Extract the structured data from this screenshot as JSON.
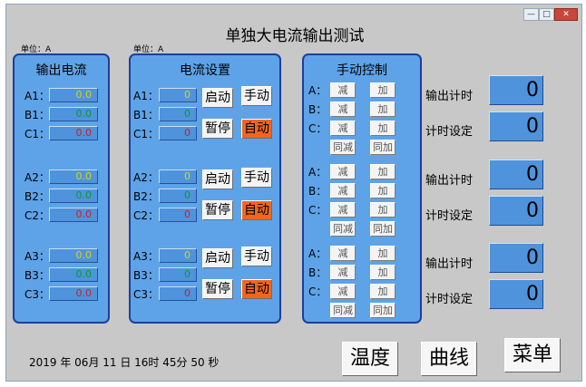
{
  "window": {
    "title": "单独大电流输出测试",
    "controls": {
      "min": "—",
      "max": "□",
      "close": "✕"
    }
  },
  "unit_label": "单位：A",
  "output_panel": {
    "title": "输出电流",
    "groups": [
      [
        {
          "label": "A1：",
          "value": "0.0"
        },
        {
          "label": "B1：",
          "value": "0.0"
        },
        {
          "label": "C1：",
          "value": "0.0"
        }
      ],
      [
        {
          "label": "A2：",
          "value": "0.0"
        },
        {
          "label": "B2：",
          "value": "0.0"
        },
        {
          "label": "C2：",
          "value": "0.0"
        }
      ],
      [
        {
          "label": "A3：",
          "value": "0.0"
        },
        {
          "label": "B3：",
          "value": "0.0"
        },
        {
          "label": "C3：",
          "value": "0.0"
        }
      ]
    ]
  },
  "settings_panel": {
    "title": "电流设置",
    "groups": [
      [
        {
          "label": "A1：",
          "value": "0"
        },
        {
          "label": "B1：",
          "value": "0"
        },
        {
          "label": "C1：",
          "value": "0"
        }
      ],
      [
        {
          "label": "A2：",
          "value": "0"
        },
        {
          "label": "B2：",
          "value": "0"
        },
        {
          "label": "C2：",
          "value": "0"
        }
      ],
      [
        {
          "label": "A3：",
          "value": "0"
        },
        {
          "label": "B3：",
          "value": "0"
        },
        {
          "label": "C3：",
          "value": "0"
        }
      ]
    ],
    "start": "启动",
    "manual": "手动",
    "pause": "暂停",
    "auto": "自动"
  },
  "manual_panel": {
    "title": "手动控制",
    "row_labels": [
      "A：",
      "B：",
      "C："
    ],
    "dec": "减",
    "inc": "加",
    "both_dec": "同减",
    "both_inc": "同加"
  },
  "timers": [
    {
      "output_label": "输出计时",
      "output_value": "0",
      "set_label": "计时设定",
      "set_value": "0"
    },
    {
      "output_label": "输出计时",
      "output_value": "0",
      "set_label": "计时设定",
      "set_value": "0"
    },
    {
      "output_label": "输出计时",
      "output_value": "0",
      "set_label": "计时设定",
      "set_value": "0"
    }
  ],
  "datetime": "2019 年 06月 11 日 16时 45分 50 秒",
  "bottom_buttons": {
    "temperature": "温度",
    "curve": "曲线",
    "menu": "菜单"
  },
  "colors": {
    "panel": "#5ea3e8",
    "panel_border": "#1d3f9a",
    "auto_button": "#f2661c",
    "background": "#c8c8c8"
  }
}
